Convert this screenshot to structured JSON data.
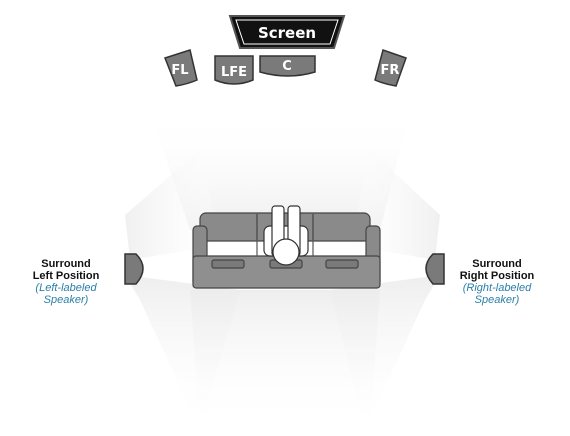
{
  "screen": {
    "label": "Screen"
  },
  "front_speakers": {
    "fl": "FL",
    "lfe": "LFE",
    "c": "C",
    "fr": "FR"
  },
  "surround_left": {
    "title_line1": "Surround",
    "title_line2": "Left Position",
    "sub_line1": "(Left-labeled",
    "sub_line2": "Speaker)"
  },
  "surround_right": {
    "title_line1": "Surround",
    "title_line2": "Right Position",
    "sub_line1": "(Right-labeled",
    "sub_line2": "Speaker)"
  },
  "colors": {
    "speaker_fill": "#7a7a7a",
    "speaker_stroke": "#333333",
    "screen_fill": "#111111",
    "sofa_fill": "#8c8c8c",
    "sub_text": "#2a7fa8"
  }
}
